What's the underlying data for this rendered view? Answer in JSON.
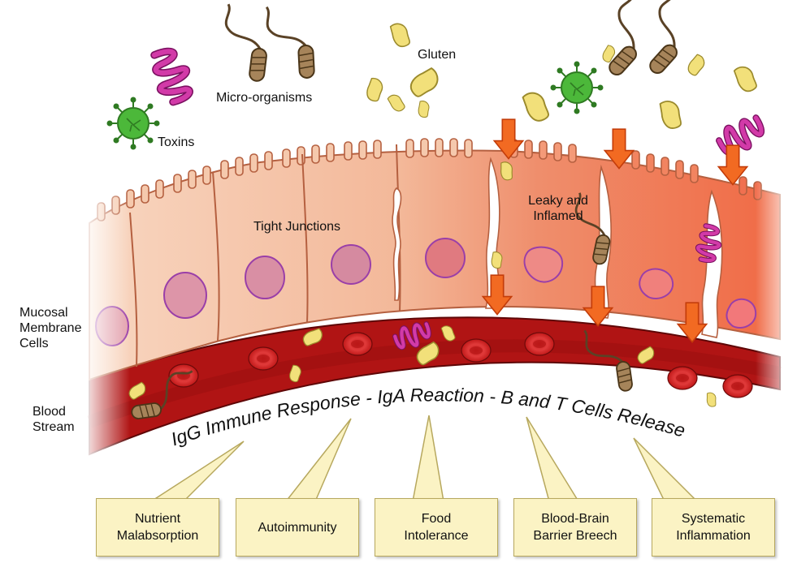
{
  "labels": {
    "microorganisms": "Micro-organisms",
    "gluten": "Gluten",
    "toxins": "Toxins",
    "tight_junctions": "Tight Junctions",
    "leaky_line1": "Leaky and",
    "leaky_line2": "Inflamed",
    "mucosal_line1": "Mucosal",
    "mucosal_line2": "Membrane",
    "mucosal_line3": "Cells",
    "blood_line1": "Blood",
    "blood_line2": "Stream"
  },
  "immune_response": "IgG Immune Response - IgA Reaction - B and T Cells Release",
  "effects": [
    {
      "line1": "Nutrient",
      "line2": "Malabsorption"
    },
    {
      "line1": "Autoimmunity",
      "line2": ""
    },
    {
      "line1": "Food",
      "line2": "Intolerance"
    },
    {
      "line1": "Blood-Brain",
      "line2": "Barrier Breech"
    },
    {
      "line1": "Systematic",
      "line2": "Inflammation"
    }
  ],
  "colors": {
    "cell_healthy": "#f4c2a4",
    "cell_inflamed": "#f0734f",
    "nucleus": "#d9869a",
    "blood": "#b01414",
    "blood_cell": "#d62626",
    "gluten": "#f2e07a",
    "virus": "#4cb83a",
    "toxin": "#c2289a",
    "arrow": "#f26a22",
    "callout": "#fbf3c4"
  },
  "icons": [
    "virus-icon",
    "toxin-spiral-icon",
    "bacteria-icon",
    "gluten-particle-icon",
    "red-blood-cell-icon",
    "down-arrow-icon"
  ]
}
